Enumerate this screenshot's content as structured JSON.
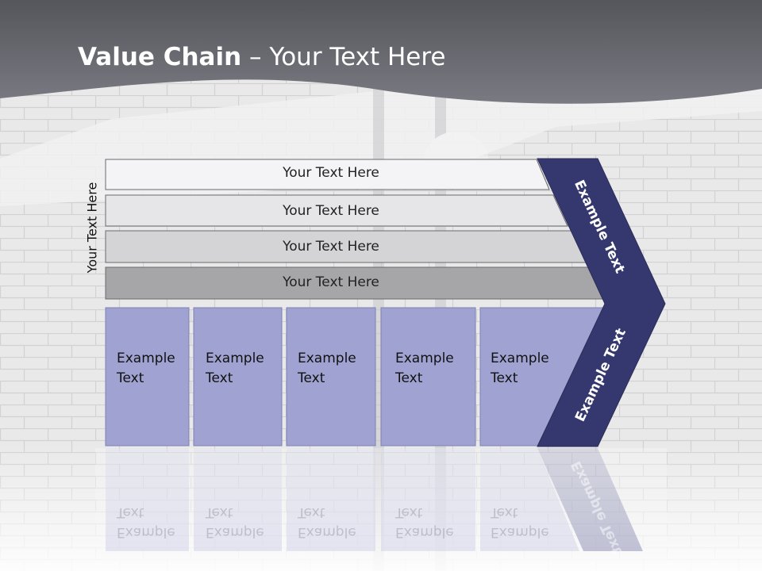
{
  "title": {
    "bold": "Value Chain",
    "rest": " – Your Text Here"
  },
  "side_label": "Your Text Here",
  "bands": [
    {
      "label": "Your Text Here"
    },
    {
      "label": "Your Text Here"
    },
    {
      "label": "Your Text Here"
    },
    {
      "label": "Your Text Here"
    }
  ],
  "activities": [
    {
      "line1": "Example",
      "line2": "Text"
    },
    {
      "line1": "Example",
      "line2": "Text"
    },
    {
      "line1": "Example",
      "line2": "Text"
    },
    {
      "line1": "Example",
      "line2": "Text"
    },
    {
      "line1": "Example",
      "line2": "Text"
    }
  ],
  "chevron": {
    "upper": "Example Text",
    "lower": "Example Text"
  },
  "colors": {
    "header": "#5e5e66",
    "activity_fill": "#a0a3d2",
    "chevron_fill": "#34386e",
    "band_fills": [
      "#f4f4f6",
      "#e6e6e9",
      "#d4d4d7",
      "#a6a6a9"
    ]
  }
}
